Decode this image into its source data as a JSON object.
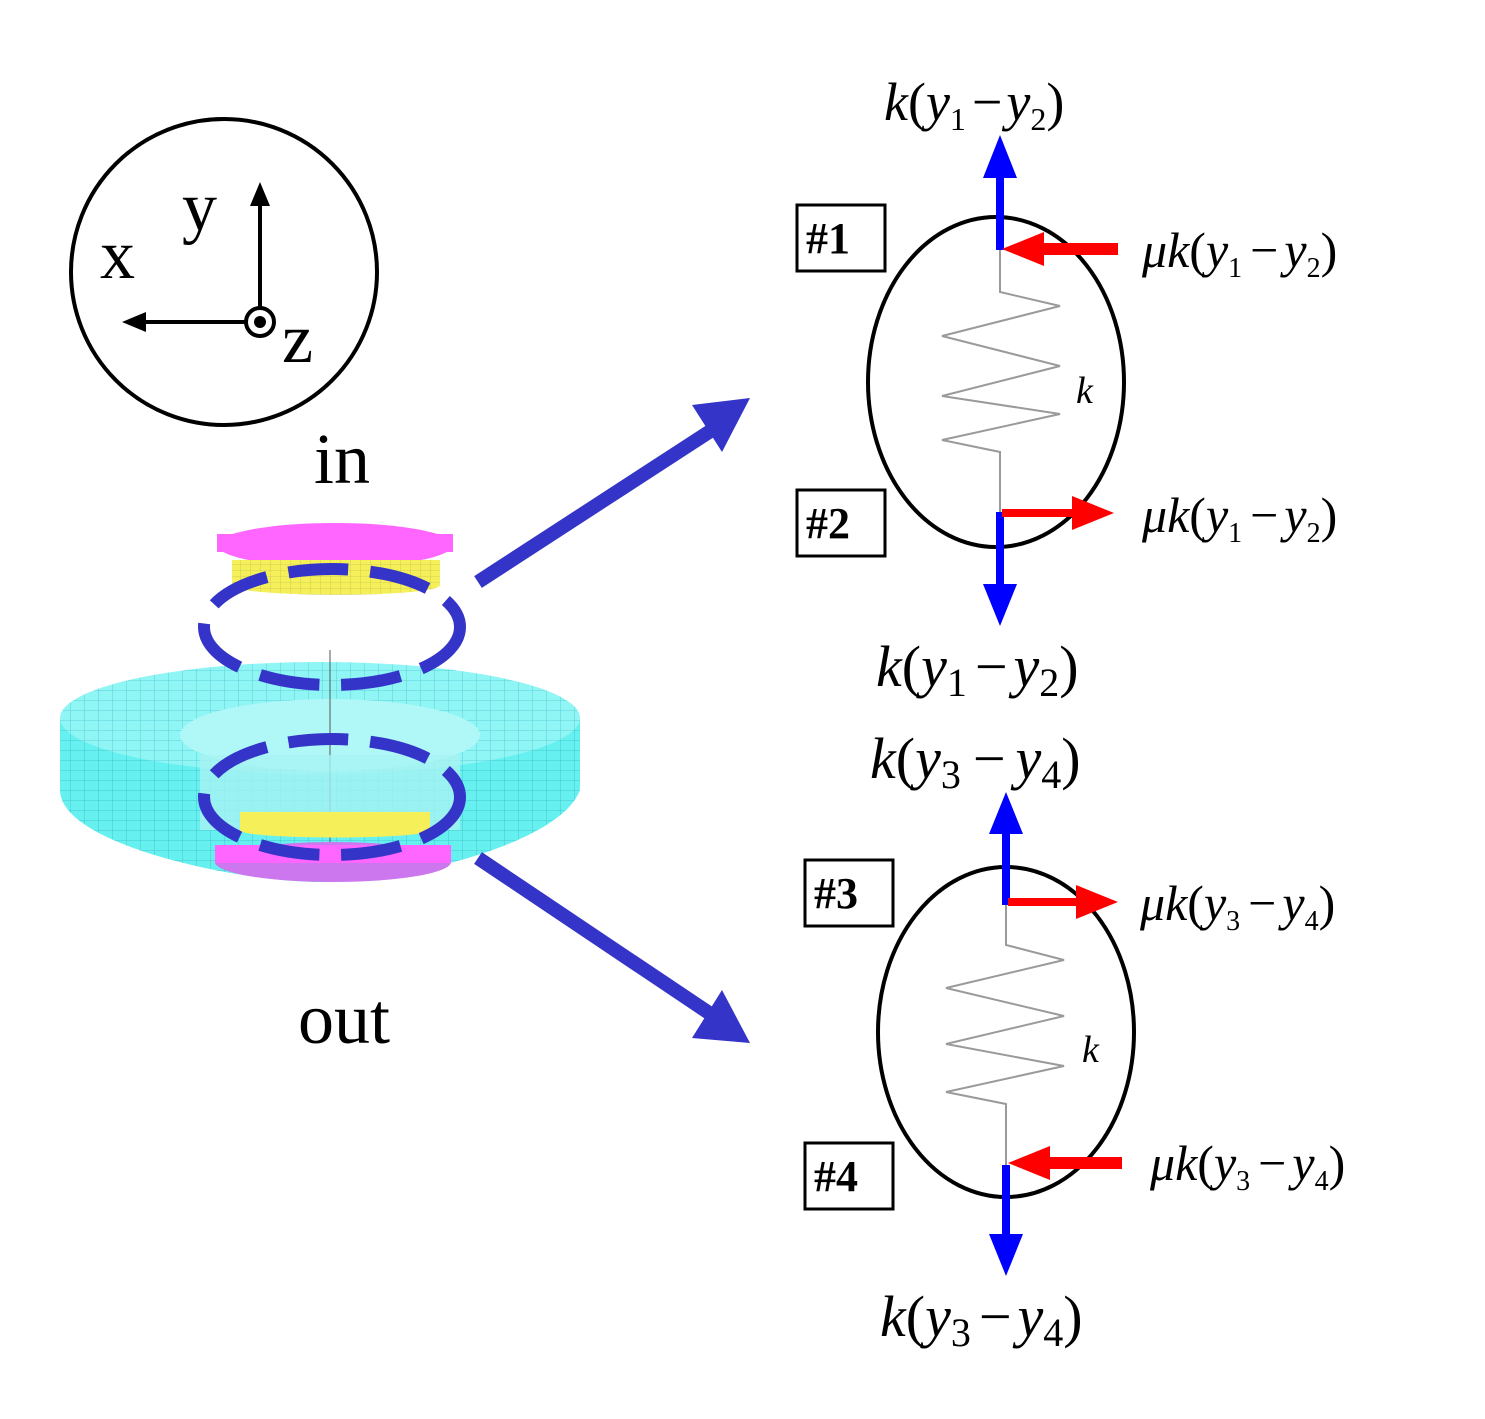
{
  "axes": {
    "x": "x",
    "y": "y",
    "z": "z"
  },
  "labels": {
    "in": "in",
    "out": "out"
  },
  "spring_label": "k",
  "nodes": [
    "#1",
    "#2",
    "#3",
    "#4"
  ],
  "forces": {
    "top_in": {
      "k": "k",
      "y_a": "y",
      "sub_a": "1",
      "minus": "−",
      "y_b": "y",
      "sub_b": "2"
    },
    "bottom_in": {
      "k": "k",
      "y_a": "y",
      "sub_a": "1",
      "minus": "−",
      "y_b": "y",
      "sub_b": "2"
    },
    "friction_1": {
      "mu": "μk",
      "y_a": "y",
      "sub_a": "1",
      "minus": "−",
      "y_b": "y",
      "sub_b": "2"
    },
    "friction_2": {
      "mu": "μk",
      "y_a": "y",
      "sub_a": "1",
      "minus": "−",
      "y_b": "y",
      "sub_b": "2"
    },
    "top_out": {
      "k": "k",
      "y_a": "y",
      "sub_a": "3",
      "minus": "−",
      "y_b": "y",
      "sub_b": "4"
    },
    "bottom_out": {
      "k": "k",
      "y_a": "y",
      "sub_a": "3",
      "minus": "−",
      "y_b": "y",
      "sub_b": "4"
    },
    "friction_3": {
      "mu": "μk",
      "y_a": "y",
      "sub_a": "3",
      "minus": "−",
      "y_b": "y",
      "sub_b": "4"
    },
    "friction_4": {
      "mu": "μk",
      "y_a": "y",
      "sub_a": "3",
      "minus": "−",
      "y_b": "y",
      "sub_b": "4"
    }
  },
  "colors": {
    "blue_arrow": "#3434c8",
    "force_blue": "#0000ff",
    "force_red": "#ff0000",
    "magenta": "#ff66ff",
    "yellow": "#f5f05a",
    "cyan": "#66f0f0",
    "violet": "#cc77ee"
  }
}
